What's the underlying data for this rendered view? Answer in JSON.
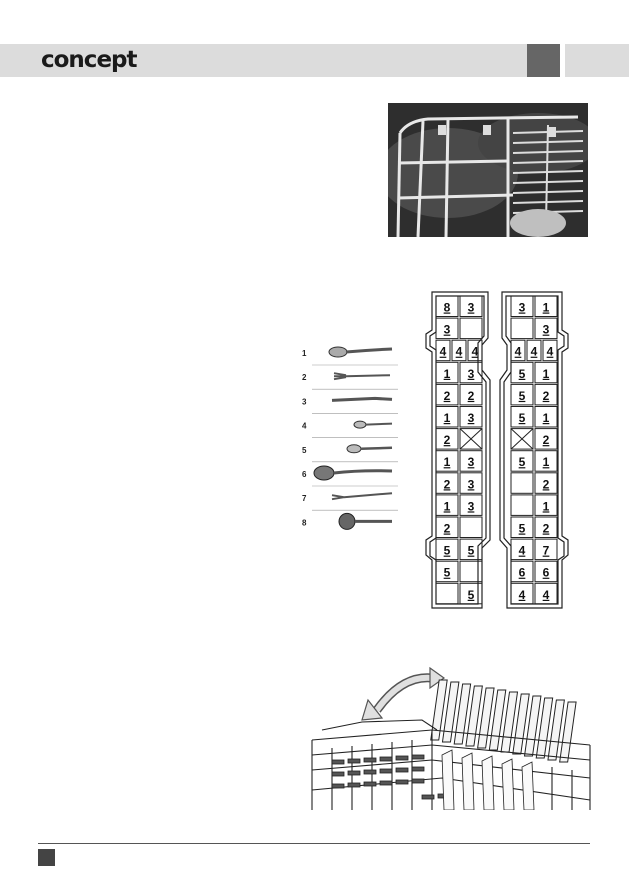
{
  "header": {
    "brand": "concept"
  },
  "legend": {
    "items": [
      {
        "num": "1",
        "icon": "soup-spoon-icon"
      },
      {
        "num": "2",
        "icon": "fork-icon"
      },
      {
        "num": "3",
        "icon": "knife-icon"
      },
      {
        "num": "4",
        "icon": "teaspoon-icon"
      },
      {
        "num": "5",
        "icon": "dessert-spoon-icon"
      },
      {
        "num": "6",
        "icon": "serving-spoon-icon"
      },
      {
        "num": "7",
        "icon": "serving-fork-icon"
      },
      {
        "num": "8",
        "icon": "ladle-icon"
      }
    ]
  },
  "basket": {
    "left_rows": [
      [
        "8",
        "3"
      ],
      [
        "3",
        ""
      ],
      [
        "4",
        "4",
        "4"
      ],
      [
        "1",
        "3"
      ],
      [
        "2",
        "2"
      ],
      [
        "1",
        "3"
      ],
      [
        "2",
        "x"
      ],
      [
        "1",
        "3"
      ],
      [
        "2",
        "3"
      ],
      [
        "1",
        "3"
      ],
      [
        "2",
        ""
      ],
      [
        "5",
        "5"
      ],
      [
        "5",
        ""
      ],
      [
        "",
        "5"
      ]
    ],
    "right_rows": [
      [
        "3",
        "1"
      ],
      [
        "",
        "3"
      ],
      [
        "4",
        "4",
        "4"
      ],
      [
        "5",
        "1"
      ],
      [
        "5",
        "2"
      ],
      [
        "5",
        "1"
      ],
      [
        "x",
        "2"
      ],
      [
        "5",
        "1"
      ],
      [
        "",
        "2"
      ],
      [
        "",
        "1"
      ],
      [
        "5",
        "2"
      ],
      [
        "4",
        "7"
      ],
      [
        "6",
        "6"
      ],
      [
        "4",
        "4"
      ]
    ]
  }
}
